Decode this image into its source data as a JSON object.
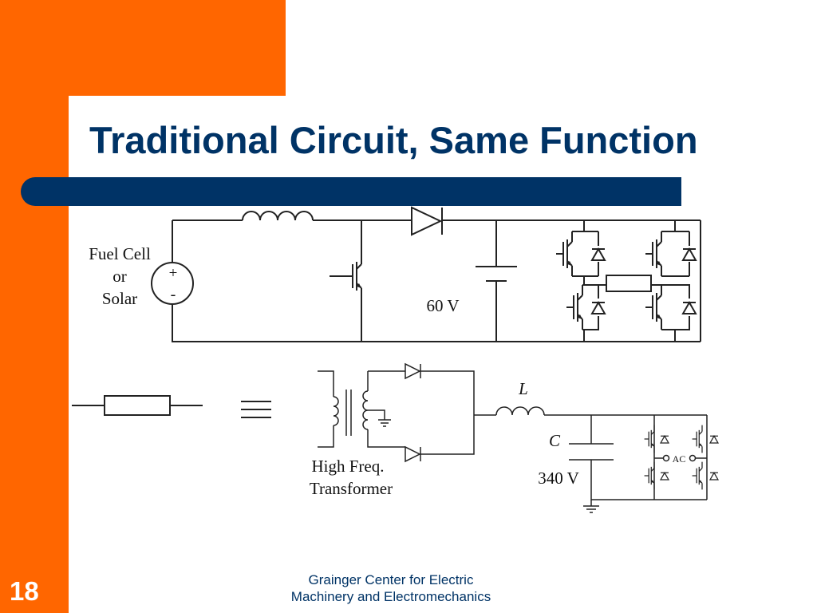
{
  "slide": {
    "title": "Traditional Circuit, Same Function",
    "page_number": "18",
    "footer_line1": "Grainger Center for Electric",
    "footer_line2": "Machinery and Electromechanics",
    "colors": {
      "orange": "#ff6600",
      "navy": "#003366"
    }
  },
  "top_circuit": {
    "source_label_line1": "Fuel Cell",
    "source_label_line2": "or",
    "source_label_line3": "Solar",
    "plus": "+",
    "minus": "-",
    "bus_voltage": "60 V"
  },
  "bottom_circuit": {
    "transformer_line1": "High Freq.",
    "transformer_line2": "Transformer",
    "inductor_label": "L",
    "capacitor_label": "C",
    "bus_voltage": "340 V",
    "ac_label": "AC"
  }
}
